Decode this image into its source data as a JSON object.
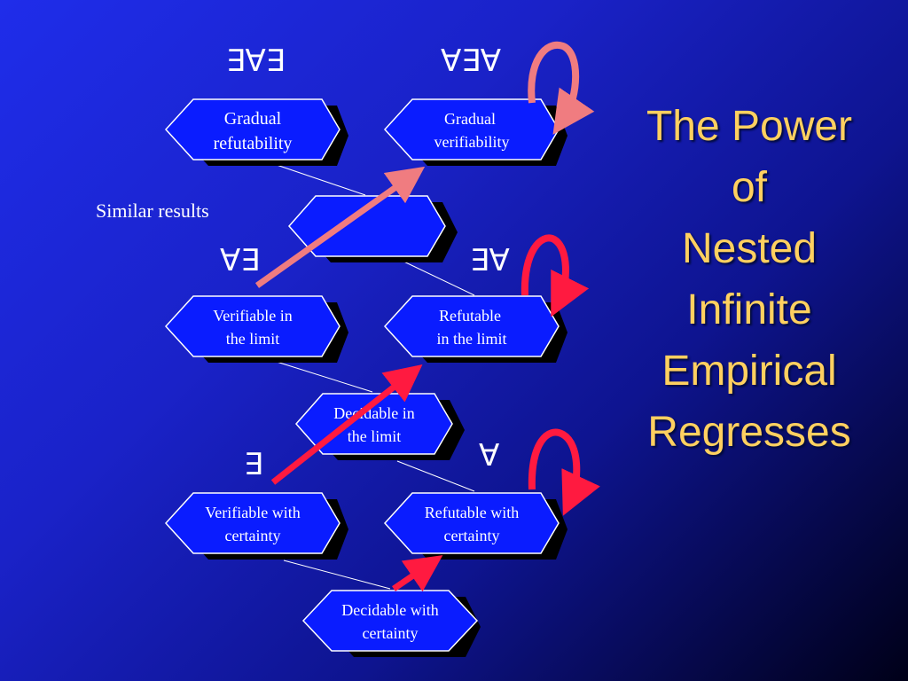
{
  "title": {
    "lines": [
      "The Power",
      "of",
      "Nested",
      "Infinite",
      "Empirical",
      "Regresses"
    ]
  },
  "quantifiers": {
    "eae": "∃∀∃",
    "aea": "∀∃∀",
    "ae": "∀∃",
    "ea": "∃∀",
    "e": "∃",
    "a": "∀"
  },
  "similar_results": "Similar results",
  "nodes": {
    "gradual_refutability": [
      "Gradual",
      "refutability"
    ],
    "gradual_verifiability": [
      "Gradual",
      "verifiability"
    ],
    "verifiable_limit": [
      "Verifiable in",
      "the limit"
    ],
    "refutable_limit": [
      "Refutable",
      "in the limit"
    ],
    "decidable_limit": [
      "Decidable in",
      "the limit"
    ],
    "verifiable_certainty": [
      "Verifiable with",
      "certainty"
    ],
    "refutable_certainty": [
      "Refutable with",
      "certainty"
    ],
    "decidable_certainty": [
      "Decidable with",
      "certainty"
    ]
  },
  "colors": {
    "arrow_salmon": "#f07c80",
    "arrow_red": "#ff1a40",
    "title": "#ffd060",
    "node_fill": "#0a1cff"
  }
}
